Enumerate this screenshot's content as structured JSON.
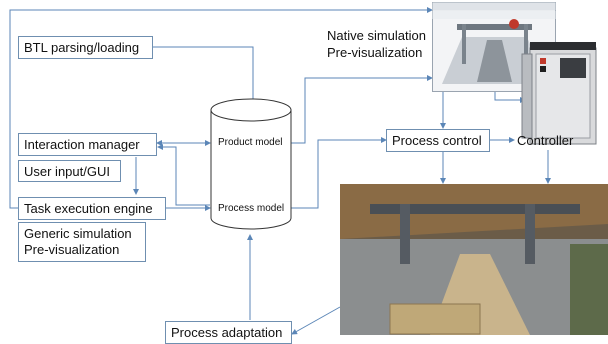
{
  "boxes": {
    "btl": "BTL parsing/loading",
    "interaction": "Interaction manager",
    "user_input": "User input/GUI",
    "task_engine": "Task execution engine",
    "generic_sim_line1": "Generic simulation",
    "generic_sim_line2": "Pre-visualization",
    "process_control": "Process control",
    "process_adaptation": "Process adaptation"
  },
  "database": {
    "product_model": "Product model",
    "process_model": "Process model"
  },
  "labels": {
    "native_sim_line1": "Native simulation",
    "native_sim_line2": "Pre-visualization",
    "controller": "Controller"
  },
  "colors": {
    "line": "#5b86b7",
    "box_border": "#6f8fb0"
  }
}
